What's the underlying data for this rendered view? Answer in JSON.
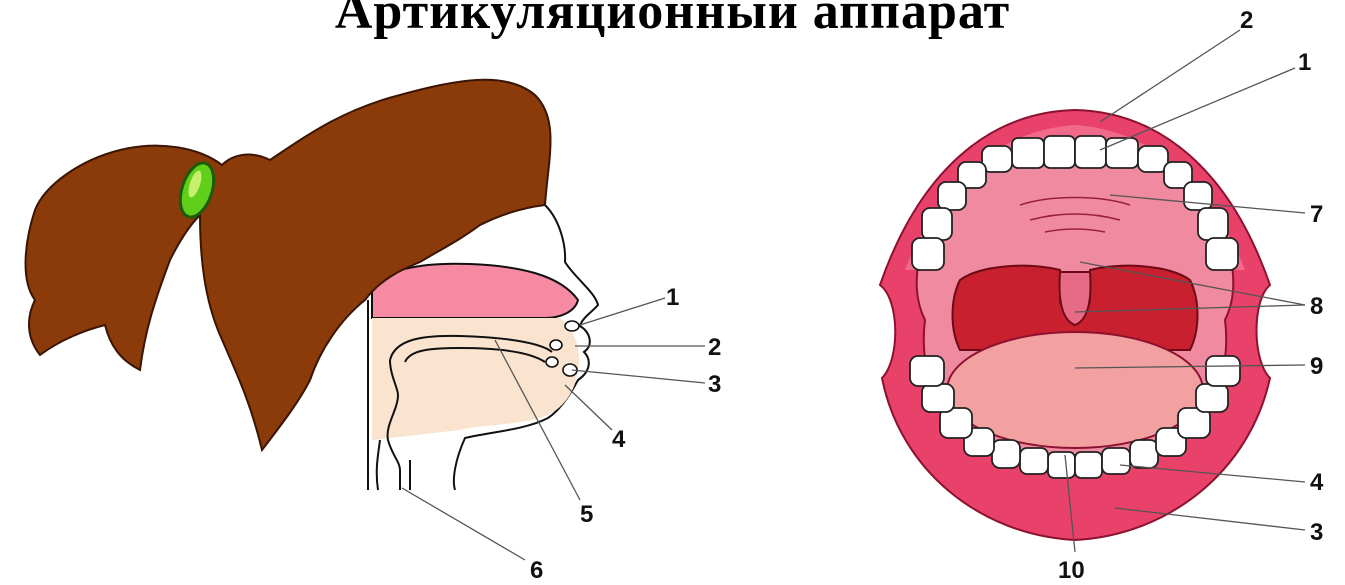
{
  "title": "Артикуляционный аппарат",
  "profile_labels": [
    "1",
    "2",
    "3",
    "4",
    "5",
    "6"
  ],
  "mouth_labels": [
    "2",
    "1",
    "7",
    "8",
    "9",
    "4",
    "3",
    "10"
  ],
  "colors": {
    "hair": "#8b3b0a",
    "hair_band": "#5fcf1a",
    "lip": "#e8416a",
    "palate": "#f08aa0",
    "throat": "#c8202f",
    "tongue": "#f2a0a0",
    "skin": "#fbe4cf"
  }
}
